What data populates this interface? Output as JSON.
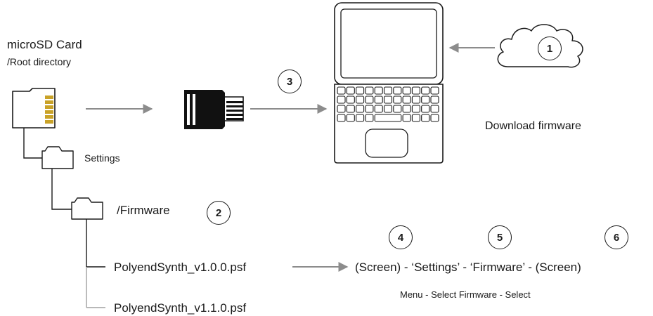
{
  "card": {
    "title": "microSD Card",
    "subtitle": "/Root directory"
  },
  "tree": {
    "settings_label": "Settings",
    "firmware_label": "/Firmware",
    "files": [
      "PolyendSynth_v1.0.0.psf",
      "PolyendSynth_v1.1.0.psf"
    ]
  },
  "steps": {
    "badges": [
      "1",
      "2",
      "3",
      "4",
      "5",
      "6"
    ],
    "sequence": "(Screen) - ‘Settings’ - ‘Firmware’ - (Screen)",
    "menu_hint": "Menu -  Select Firmware  - Select"
  },
  "cloud": {
    "caption": "Download firmware"
  },
  "colors": {
    "line": "#1a1a1a",
    "arrow": "#8c8c8c",
    "sd_contacts": "#b8860b",
    "background": "#ffffff"
  },
  "icons": [
    "microsd-card-icon",
    "folder-icon",
    "card-reader-icon",
    "laptop-icon",
    "cloud-icon",
    "arrow-icon"
  ]
}
